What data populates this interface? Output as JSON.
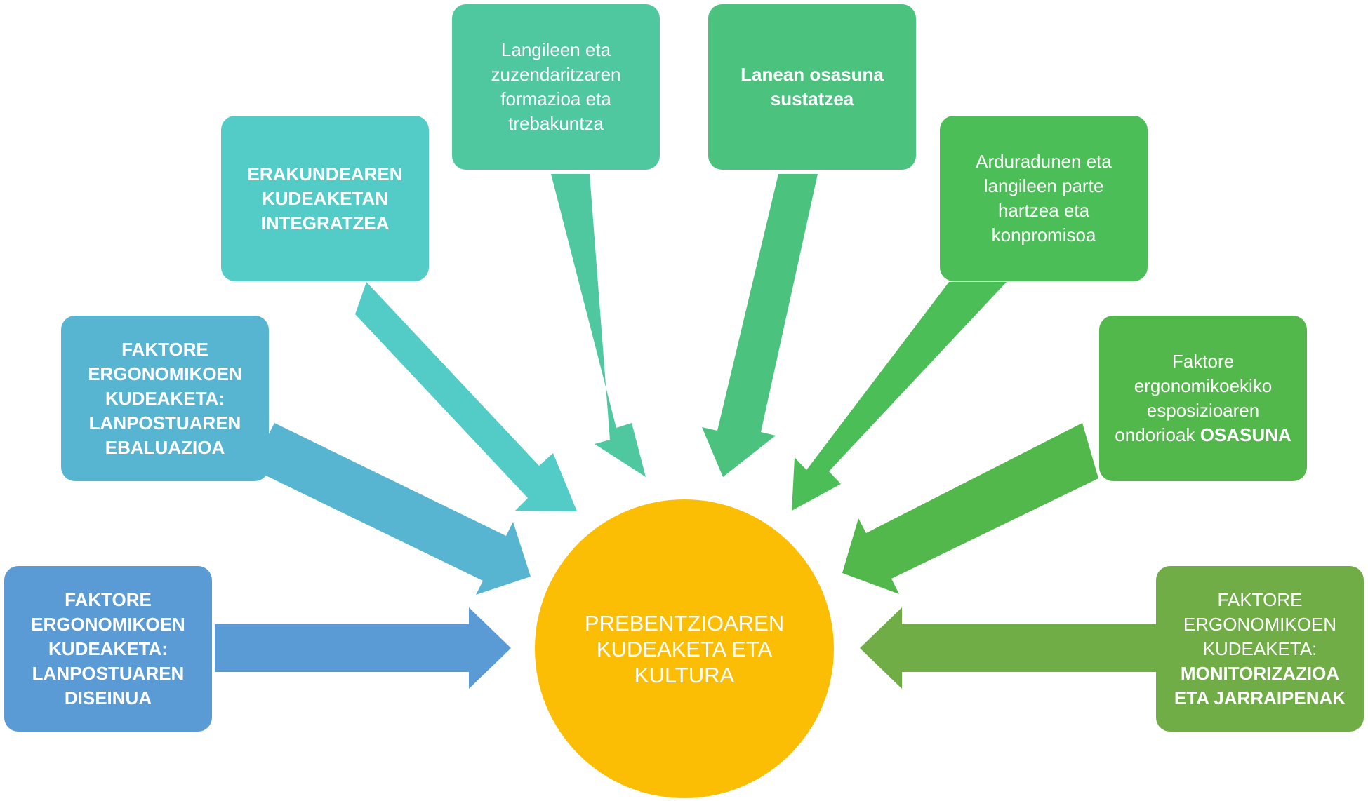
{
  "center": {
    "label": "PREBENTZIOAREN KUDEAKETA ETA KULTURA",
    "color": "#fbbe05"
  },
  "boxes": [
    {
      "id": "design",
      "color": "#5b9bd5",
      "parts": [
        {
          "text": "FAKTORE ERGONOMIKOEN KUDEAKETA: LANPOSTUAREN DISEINUA",
          "bold": true
        }
      ]
    },
    {
      "id": "evaluation",
      "color": "#58b5d2",
      "parts": [
        {
          "text": "FAKTORE ERGONOMIKOEN KUDEAKETA: LANPOSTUAREN EBALUAZIOA",
          "bold": true
        }
      ]
    },
    {
      "id": "integration",
      "color": "#53ccc7",
      "parts": [
        {
          "text": "ERAKUNDEAREN KUDEAKETAN INTEGRATZEA",
          "bold": true
        }
      ]
    },
    {
      "id": "training",
      "color": "#4fc8a0",
      "parts": [
        {
          "text": "Langileen eta zuzendaritzaren formazioa eta trebakuntza",
          "bold": false
        }
      ]
    },
    {
      "id": "health-promotion",
      "color": "#4cc27f",
      "parts": [
        {
          "text": "Lanean osasuna sustatzea",
          "bold": true
        }
      ]
    },
    {
      "id": "participation",
      "color": "#4cbe58",
      "parts": [
        {
          "text": "Arduradunen eta langileen parte hartzea eta konpromisoa",
          "bold": false
        }
      ]
    },
    {
      "id": "exposure",
      "color": "#53b84b",
      "parts": [
        {
          "text": "Faktore ergonomikoekiko esposizioaren ondorioak ",
          "bold": false
        },
        {
          "text": "OSASUNA",
          "bold": true
        }
      ]
    },
    {
      "id": "monitoring",
      "color": "#70ad47",
      "parts": [
        {
          "text": "FAKTORE ERGONOMIKOEN KUDEAKETA: ",
          "bold": false
        },
        {
          "text": "MONITORIZAZIOA ETA JARRAIPENAK",
          "bold": true
        }
      ]
    }
  ]
}
